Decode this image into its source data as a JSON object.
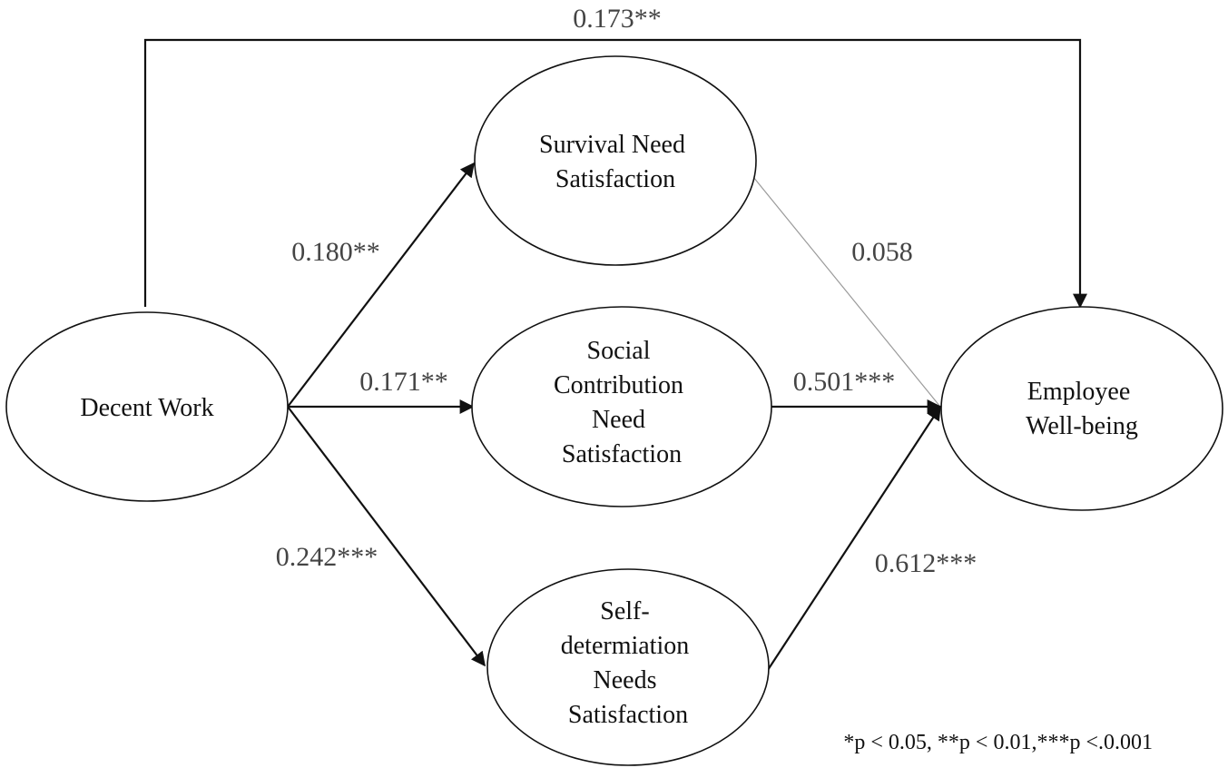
{
  "nodes": {
    "decent_work": [
      "Decent Work"
    ],
    "survival": [
      "Survival Need",
      "Satisfaction"
    ],
    "social": [
      "Social",
      "Contribution",
      "Need",
      "Satisfaction"
    ],
    "selfdet": [
      "Self-",
      "determiation",
      "Needs",
      "Satisfaction"
    ],
    "wellbeing": [
      "Employee",
      "Well-being"
    ]
  },
  "paths": {
    "direct": "0.173**",
    "dw_survival": "0.180**",
    "dw_social": "0.171**",
    "dw_selfdet": "0.242***",
    "survival_wb": "0.058",
    "social_wb": "0.501***",
    "selfdet_wb": "0.612***"
  },
  "footnote": "*p < 0.05, **p < 0.01,***p <.0.001"
}
